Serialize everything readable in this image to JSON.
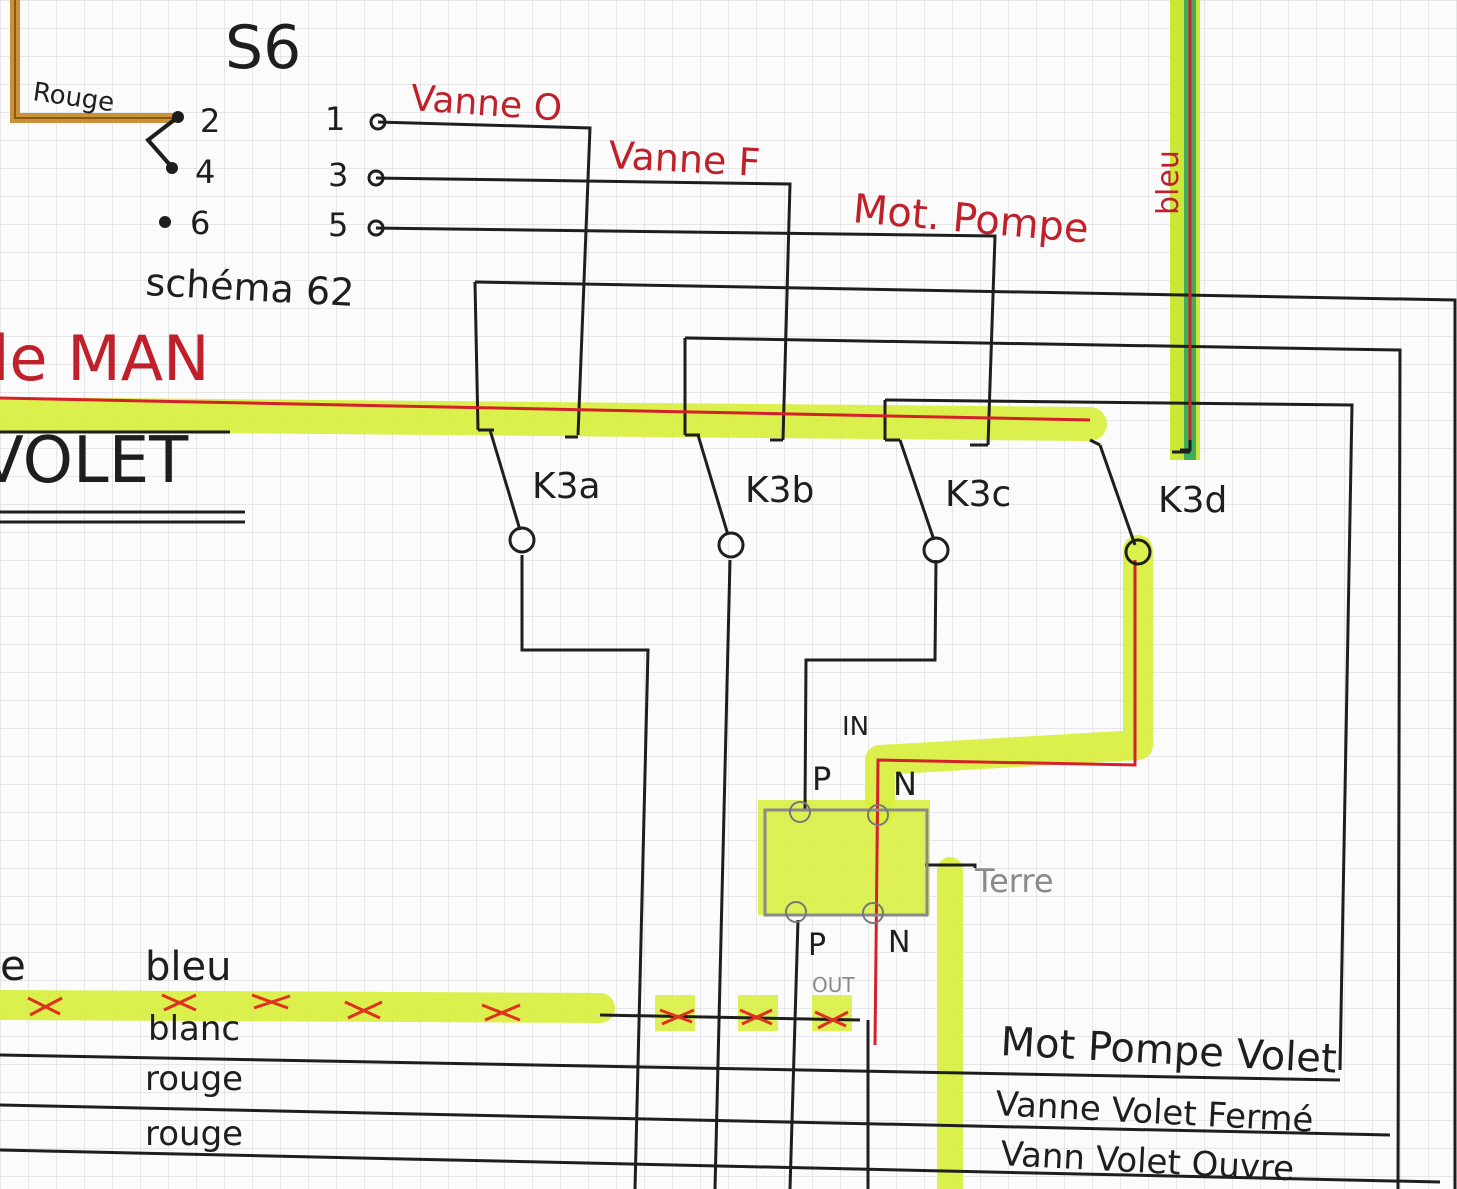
{
  "title": "S6",
  "schema_label": "schéma 62",
  "mode_label": "de MAN",
  "volet_label": "VOLET",
  "rouge_label": "Rouge",
  "bleu_top_label": "bleu",
  "switch_terminals": {
    "left": [
      "2",
      "4",
      "6"
    ],
    "right": [
      "1",
      "3",
      "5"
    ]
  },
  "outputs": {
    "vanne_o": "Vanne O",
    "vanne_f": "Vanne F",
    "mot_pompe": "Mot. Pompe"
  },
  "relays": [
    "K3a",
    "K3b",
    "K3c",
    "K3d"
  ],
  "module": {
    "in": "IN",
    "out": "OUT",
    "p_top": "P",
    "n_top": "N",
    "p_bot": "P",
    "n_bot": "N",
    "terre": "Terre"
  },
  "cable": {
    "stub": "e",
    "wires": [
      "bleu",
      "blanc",
      "rouge",
      "rouge"
    ]
  },
  "bottom_labels": [
    "Mot Pompe Volet",
    "Vanne Volet Fermé",
    "Vann Volet Ouvre"
  ],
  "colors": {
    "highlight": "#d7ee3a",
    "red_ink": "#c0202a",
    "orange": "#c8913a",
    "green": "#3fae5a"
  }
}
